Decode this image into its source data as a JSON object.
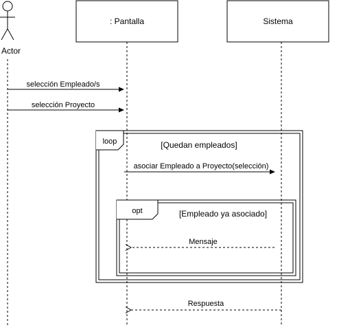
{
  "actor": {
    "label": "Actor"
  },
  "lifelines": [
    {
      "label": ": Pantalla"
    },
    {
      "label": "Sistema"
    }
  ],
  "messages": {
    "seleccion_empleado": "selección Empleado/s",
    "seleccion_proyecto": "selección Proyecto",
    "asociar": "asociar Empleado a Proyecto(selección)",
    "mensaje": "Mensaje",
    "respuesta": "Respuesta"
  },
  "fragments": {
    "loop": {
      "operator": "loop",
      "guard": "[Quedan empleados]"
    },
    "opt": {
      "operator": "opt",
      "guard": "[Empleado ya asociado]"
    }
  }
}
